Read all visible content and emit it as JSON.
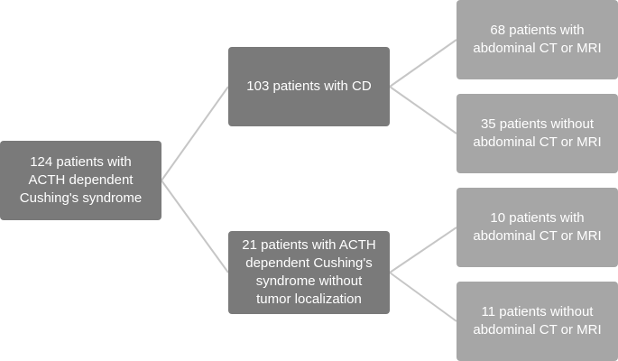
{
  "diagram": {
    "root": {
      "label": "124 patients with\nACTH dependent\nCushing's syndrome"
    },
    "cd": {
      "label": "103 patients with CD",
      "children": [
        {
          "label": "68 patients with\nabdominal CT or MRI"
        },
        {
          "label": "35 patients without\nabdominal CT or MRI"
        }
      ]
    },
    "other": {
      "label": "21 patients with ACTH\ndependent Cushing's\nsyndrome without\ntumor localization",
      "children": [
        {
          "label": "10 patients with\nabdominal CT or MRI"
        },
        {
          "label": "11 patients without\nabdominal CT or MRI"
        }
      ]
    }
  }
}
